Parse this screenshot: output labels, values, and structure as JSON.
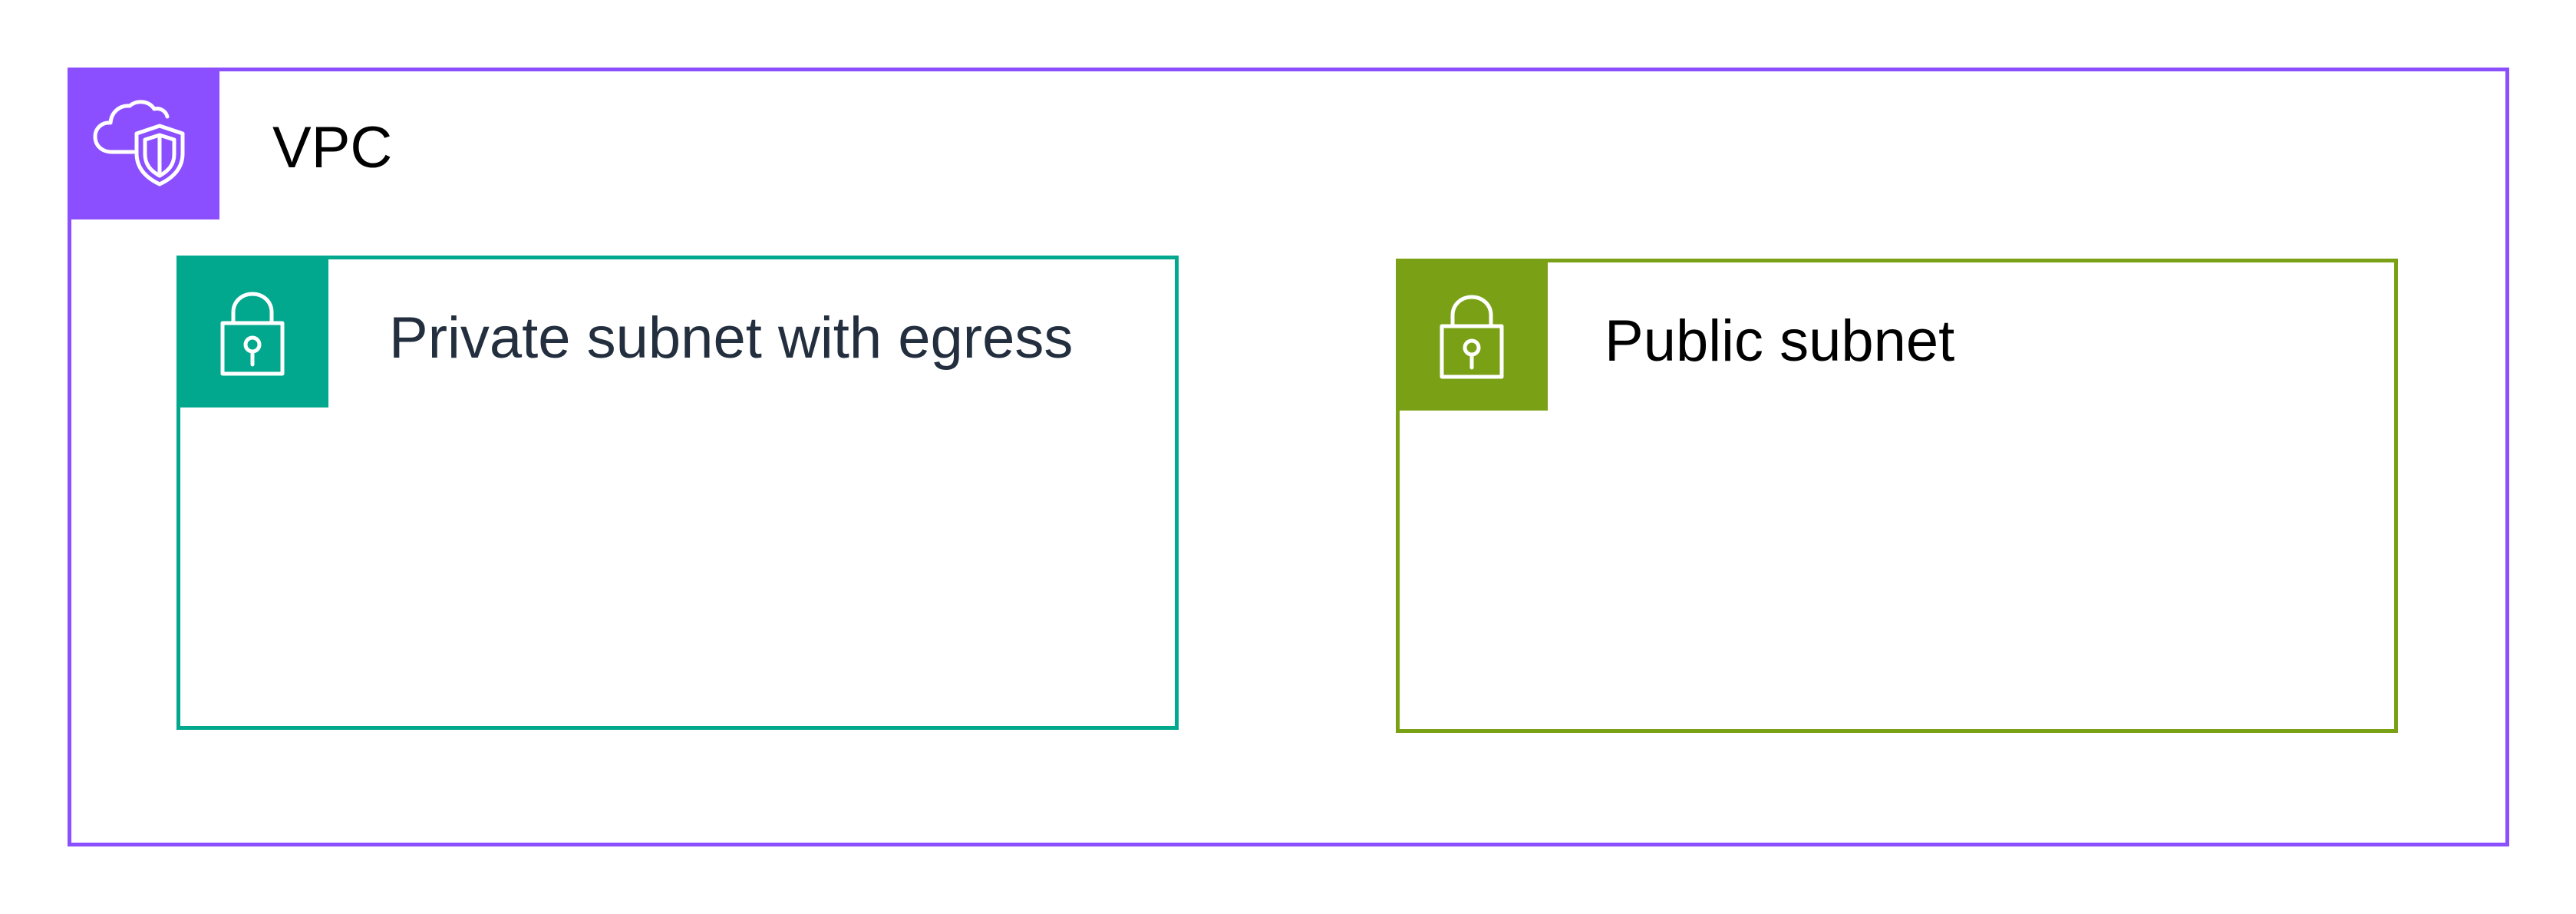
{
  "diagram": {
    "vpc": {
      "label": "VPC",
      "icon": "vpc-cloud-shield-icon",
      "color": "#8c4fff"
    },
    "private_subnet": {
      "label": "Private subnet with egress",
      "icon": "lock-icon",
      "color": "#01a88d"
    },
    "public_subnet": {
      "label": "Public subnet",
      "icon": "lock-icon",
      "color": "#7aa116"
    }
  }
}
